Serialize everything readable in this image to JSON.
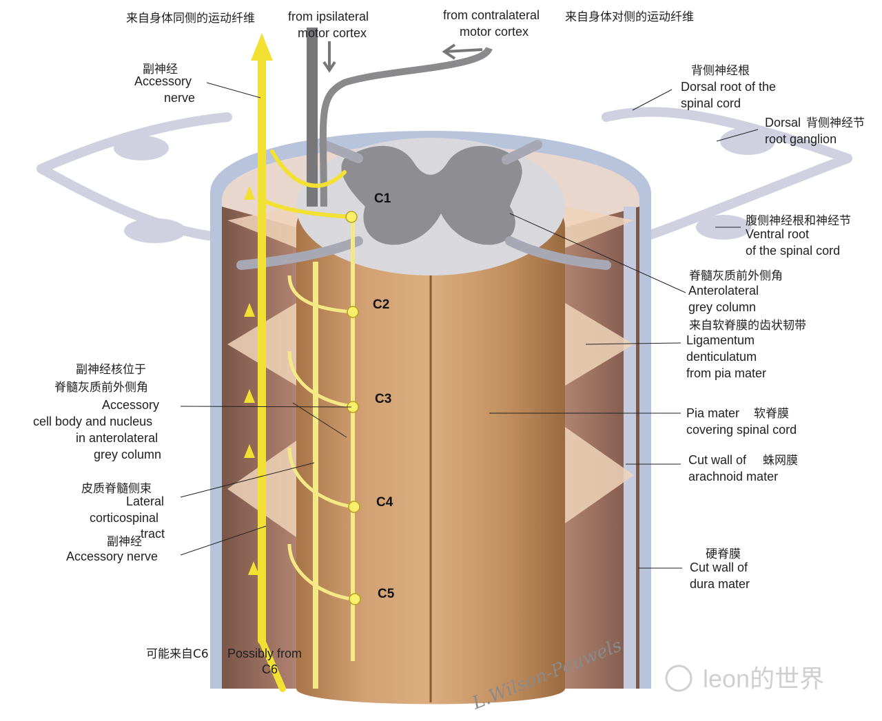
{
  "labels": {
    "ipsi_zh": "来自身体同侧的运动纤维",
    "ipsi_en_1": "from ipsilateral",
    "ipsi_en_2": "motor cortex",
    "contra_en_1": "from contralateral",
    "contra_en_2": "motor cortex",
    "contra_zh": "来自身体对侧的运动纤维",
    "acc_nerve_zh": "副神经",
    "acc_nerve_en_1": "Accessory",
    "acc_nerve_en_2": "nerve",
    "dorsal_root_zh": "背侧神经根",
    "dorsal_root_en_1": "Dorsal root of the",
    "dorsal_root_en_2": "spinal cord",
    "ganglion_en_a": "Dorsal",
    "ganglion_zh": "背侧神经节",
    "ganglion_en_b": "root ganglion",
    "ventral_zh": "腹侧神经根和神经节",
    "ventral_en_1": "Ventral root",
    "ventral_en_2": "of the spinal cord",
    "antero_zh": "脊髓灰质前外侧角",
    "antero_en_1": "Anterolateral",
    "antero_en_2": "grey column",
    "lig_zh": "来自软脊膜的齿状韧带",
    "lig_en_1": "Ligamentum",
    "lig_en_2": "denticulatum",
    "lig_en_3": "from pia mater",
    "pia_en_a": "Pia mater",
    "pia_zh": "软脊膜",
    "pia_en_b": "covering spinal cord",
    "arach_en_a": "Cut wall of",
    "arach_zh": "蛛网膜",
    "arach_en_b": "arachnoid mater",
    "dura_zh": "硬脊膜",
    "dura_en_1": "Cut wall of",
    "dura_en_2": "dura mater",
    "nucleus_zh_1": "副神经核位于",
    "nucleus_zh_2": "脊髓灰质前外侧角",
    "nucleus_en_1": "Accessory",
    "nucleus_en_2": "cell body and nucleus",
    "nucleus_en_3": "in anterolateral",
    "nucleus_en_4": "grey column",
    "lateral_zh": "皮质脊髓侧束",
    "lateral_en_1": "Lateral",
    "lateral_en_2": "corticospinal",
    "lateral_en_3": "tract",
    "acc2_zh": "副神经",
    "acc2_en": "Accessory nerve",
    "c6_zh": "可能来自C6",
    "c6_en_1": "Possibly from",
    "c6_en_2": "C6"
  },
  "segments": [
    "C1",
    "C2",
    "C3",
    "C4",
    "C5"
  ],
  "signature": "L.Wilson-Pauwels",
  "watermark": "leon的世界",
  "colors": {
    "cord": "#c99a6b",
    "grey_matter": "#8e8e92",
    "white_matter": "#d9d9dd",
    "dura": "#b7c4dc",
    "nerve_yellow": "#f2e033",
    "tract_grey": "#77777a"
  }
}
